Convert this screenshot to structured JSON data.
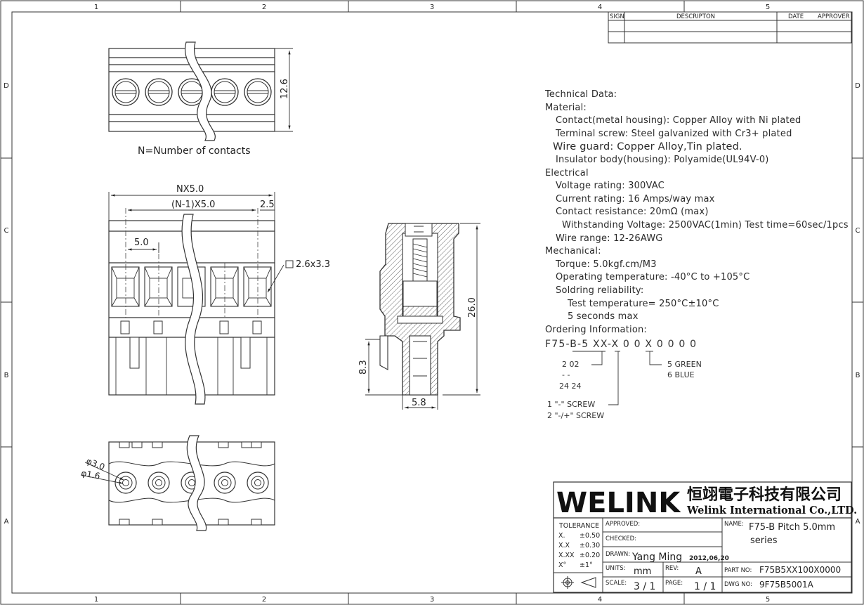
{
  "frame": {
    "col_labels": [
      "1",
      "2",
      "3",
      "4",
      "5"
    ],
    "row_labels": [
      "D",
      "C",
      "B",
      "A"
    ]
  },
  "revision_table": {
    "headers": {
      "sign": "SIGN",
      "description": "DESCRIPTON",
      "date": "DATE",
      "approver": "APPROVER"
    }
  },
  "top_view": {
    "height_dim": "12.6",
    "caption": "N=Number of contacts"
  },
  "front_view": {
    "total_width_dim": "NX5.0",
    "pitch_span_dim": "(N-1)X5.0",
    "end_offset_dim": "2.5",
    "pitch_dim": "5.0",
    "hole_size_dim": "2.6x3.3"
  },
  "side_view": {
    "height_dim": "26.0",
    "pin_height_dim": "8.3",
    "width_dim": "5.8"
  },
  "bottom_view": {
    "outer_dia_dim": "φ3.0",
    "inner_dia_dim": "φ1.6"
  },
  "technical_data": {
    "title": "Technical Data:",
    "material_heading": "Material:",
    "contact": "Contact(metal housing): Copper Alloy with Ni plated",
    "screw": "Terminal screw: Steel galvanized with Cr3+ plated",
    "wire_guard": "Wire guard: Copper Alloy,Tin plated.",
    "insulator": "Insulator body(housing): Polyamide(UL94V-0)",
    "electrical_heading": "Electrical",
    "voltage": "Voltage rating: 300VAC",
    "current": "Current rating: 16 Amps/way max",
    "resistance": "Contact resistance: 20mΩ (max)",
    "withstanding": "Withstanding Voltage: 2500VAC(1min) Test time=60sec/1pcs",
    "wire_range": "Wire range: 12-26AWG",
    "mechanical_heading": "Mechanical:",
    "torque": "Torque: 5.0kgf.cm/M3",
    "operating_temp": "Operating temperature: -40°C to +105°C",
    "soldering": "Soldring reliability:",
    "test_temp": "Test temperature= 250°C±10°C",
    "seconds": "5 seconds max",
    "ordering_heading": "Ordering Information:"
  },
  "ordering": {
    "code": "F75-B-5 XX-X 0 0 X 0 0 0 0",
    "pins_from": "2  02",
    "pins_dash": "-   -",
    "pins_to": "24  24",
    "color_1": "5  GREEN",
    "color_2": "6  BLUE",
    "screw_1": "1   \"-\" SCREW",
    "screw_2": "2   \"-/+\" SCREW"
  },
  "title_block": {
    "logo": "WELINK",
    "company_cn": "恒翊電子科技有限公司",
    "company_en": "Welink International Co.,LTD.",
    "tolerance_label": "TOLERANCE",
    "tol_rows": [
      {
        "k": "X.",
        "v": "±0.50"
      },
      {
        "k": "X.X",
        "v": "±0.30"
      },
      {
        "k": "X.XX",
        "v": "±0.20"
      },
      {
        "k": "X°",
        "v": "±1°"
      }
    ],
    "approved_label": "APPROVED:",
    "checked_label": "CHECKED:",
    "drawn_label": "DRAWN:",
    "drawn_by": "Yang Ming",
    "drawn_date": "2012,06,20",
    "units_label": "UNITS:",
    "units": "mm",
    "rev_label": "REV:",
    "rev": "A",
    "scale_label": "SCALE:",
    "scale": "3 / 1",
    "page_label": "PAGE:",
    "page": "1 / 1",
    "name_label": "NAME:",
    "name_line1": "F75-B  Pitch 5.0mm",
    "name_line2": "series",
    "part_no_label": "PART NO:",
    "part_no": "F75B5XX100X0000",
    "dwg_no_label": "DWG NO:",
    "dwg_no": "9F75B5001A"
  }
}
